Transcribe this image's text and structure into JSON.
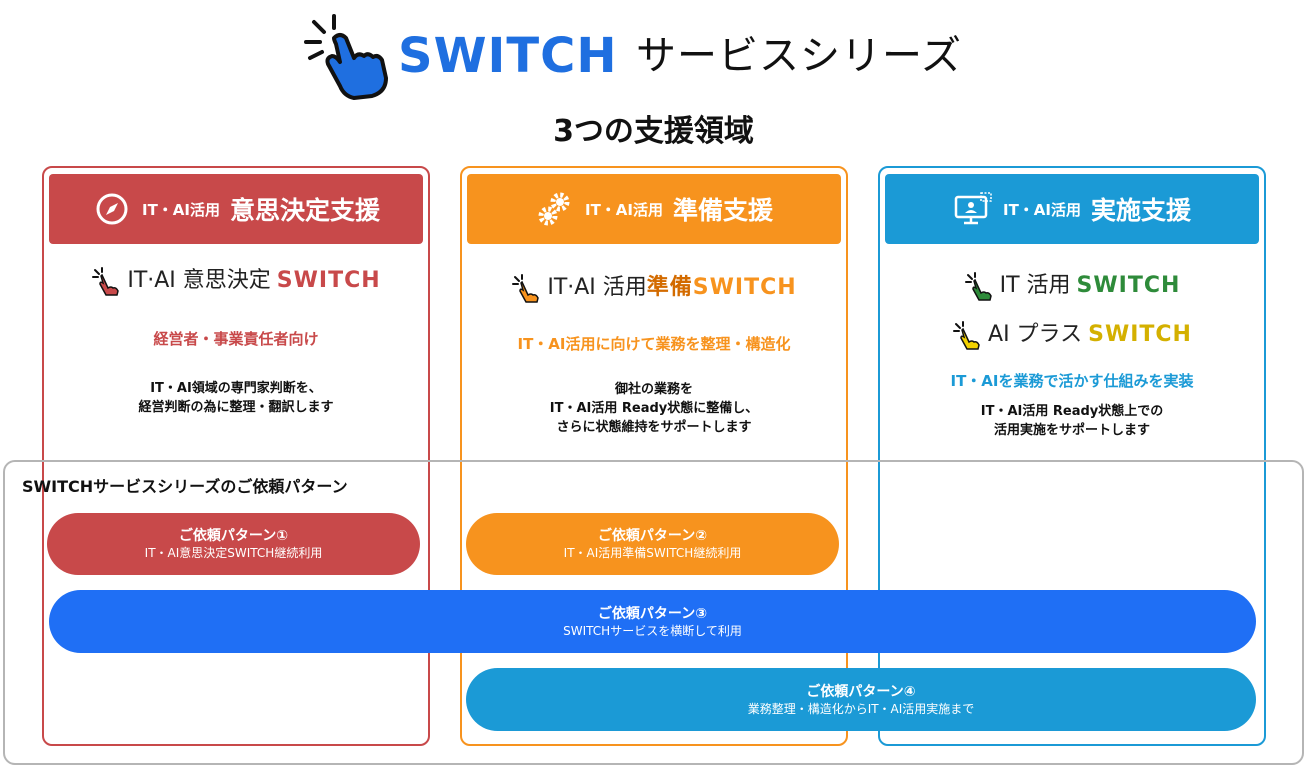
{
  "header": {
    "brand_switch": "SWITCH",
    "brand_series": "サービスシリーズ",
    "subtitle": "3つの支援領域"
  },
  "colors": {
    "red": "#c8494a",
    "orange": "#f7931e",
    "blue": "#1b9ad6",
    "brand_blue": "#1f6fe0",
    "pattern3_blue": "#1f6ff5",
    "it_green": "#2e8b3a",
    "ai_yellow": "#d4b000"
  },
  "columns": [
    {
      "icon": "compass-icon",
      "heading_prefix": "IT・AI活用",
      "heading_main": "意思決定支援",
      "product_name": "IT·AI 意思決定",
      "product_switch": "SWITCH",
      "tagline": "経営者・事業責任者向け",
      "description": [
        "IT・AI領域の専門家判断を、",
        "経営判断の為に整理・翻訳します"
      ]
    },
    {
      "icon": "gears-icon",
      "heading_prefix": "IT・AI活用",
      "heading_main": "準備支援",
      "product_name": "IT·AI 活用",
      "product_name_accent": "準備",
      "product_switch": "SWITCH",
      "tagline": "IT・AI活用に向けて業務を整理・構造化",
      "description": [
        "御社の業務を",
        "IT・AI活用 Ready状態に整備し、",
        "さらに状態維持をサポートします"
      ]
    },
    {
      "icon": "monitor-user-icon",
      "heading_prefix": "IT・AI活用",
      "heading_main": "実施支援",
      "products": [
        {
          "name": "IT 活用",
          "switch": "SWITCH"
        },
        {
          "name": "AI プラス",
          "switch": "SWITCH"
        }
      ],
      "tagline": "IT・AIを業務で活かす仕組みを実装",
      "description": [
        "IT・AI活用 Ready状態上での",
        "活用実施をサポートします"
      ]
    }
  ],
  "patterns": {
    "frame_title": "SWITCHサービスシリーズのご依頼パターン",
    "items": [
      {
        "title": "ご依頼パターン①",
        "desc": "IT・AI意思決定SWITCH継続利用"
      },
      {
        "title": "ご依頼パターン②",
        "desc": "IT・AI活用準備SWITCH継続利用"
      },
      {
        "title": "ご依頼パターン③",
        "desc": "SWITCHサービスを横断して利用"
      },
      {
        "title": "ご依頼パターン④",
        "desc": "業務整理・構造化からIT・AI活用実施まで"
      }
    ]
  }
}
